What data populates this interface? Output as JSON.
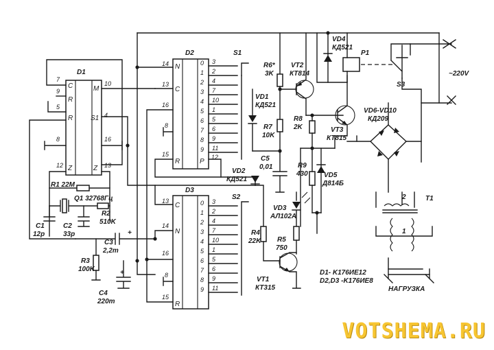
{
  "chips": {
    "d1": {
      "name": "D1",
      "pins": [
        "7",
        "9",
        "5",
        "8",
        "12",
        "13",
        "10",
        "4",
        "16"
      ],
      "labels": [
        "C",
        "R",
        "R",
        "Z",
        "Z",
        "M",
        "S1"
      ]
    },
    "d2": {
      "name": "D2",
      "pins_left": [
        "14",
        "13",
        "16",
        "8",
        "15"
      ],
      "labels": [
        "N",
        "C",
        "R",
        "P"
      ],
      "outputs": [
        "0",
        "1",
        "2",
        "3",
        "4",
        "5",
        "6",
        "7",
        "8",
        "9"
      ],
      "out_pins": [
        "3",
        "2",
        "4",
        "7",
        "10",
        "1",
        "5",
        "6",
        "9",
        "11"
      ],
      "pin_p": "12"
    },
    "d3": {
      "name": "D3",
      "pins_left": [
        "13",
        "14",
        "16",
        "8",
        "15"
      ],
      "labels": [
        "C",
        "N",
        "R"
      ],
      "outputs": [
        "0",
        "1",
        "2",
        "3",
        "4",
        "5",
        "6",
        "7",
        "8",
        "9"
      ],
      "out_pins": [
        "3",
        "2",
        "4",
        "7",
        "10",
        "1",
        "5",
        "6",
        "9",
        "11"
      ]
    }
  },
  "components": {
    "r1": "R1 22M",
    "q1": "Q1 32768Гц",
    "r2": "R2",
    "r2v": "510K",
    "c1": "C1",
    "c1v": "12p",
    "c2": "C2",
    "c2v": "33p",
    "c3": "C3",
    "c3v": "2,2m",
    "r3": "R3",
    "r3v": "100K",
    "c4": "C4",
    "c4v": "220m",
    "s1": "S1",
    "s2": "S2",
    "vd1": "VD1",
    "vd1v": "КД521",
    "vd2": "VD2",
    "vd2v": "КД521",
    "r6": "R6*",
    "r6v": "3K",
    "r7": "R7",
    "r7v": "10K",
    "c5": "C5",
    "c5v": "0,01",
    "r8": "R8",
    "r8v": "2K",
    "r9": "R9",
    "r9v": "430",
    "vd5": "VD5",
    "vd5v": "Д814Б",
    "vd3": "VD3",
    "vd3v": "АЛ102А",
    "r4": "R4",
    "r4v": "22K",
    "r5": "R5",
    "r5v": "750",
    "vt1": "VT1",
    "vt1v": "КТ315",
    "vt2": "VT2",
    "vt2v": "КТ814",
    "vt3": "VT3",
    "vt3v": "КТ815",
    "vd4": "VD4",
    "vd4v": "КД521",
    "p1": "P1",
    "s3": "S3",
    "vd6": "VD6-VD10",
    "vd6v": "КД209",
    "t1": "T1",
    "t1p": "2",
    "t1s": "1",
    "mains": "~220V",
    "load": "НАГРУЗКА"
  },
  "notes": {
    "line1": "D1- K176ИЕ12",
    "line2": "D2,D3 -K176ИЕ8"
  },
  "watermark": "VOTSHEMA.RU",
  "colors": {
    "ink": "#1a1a1a",
    "watermark": "#f7c531"
  }
}
